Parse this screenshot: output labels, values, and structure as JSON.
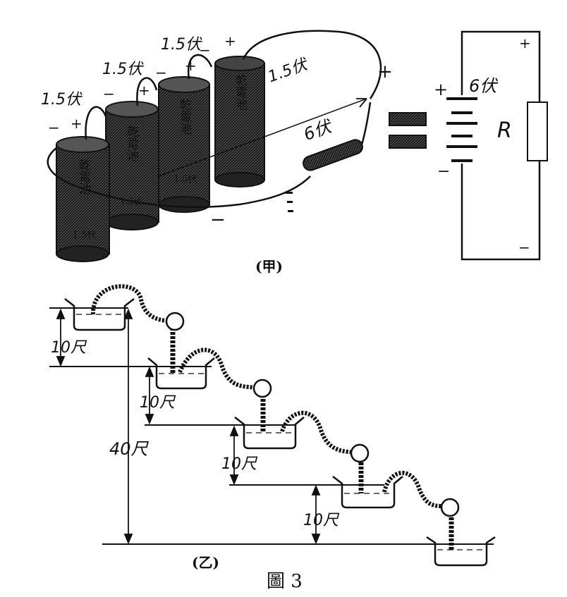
{
  "top": {
    "cell_voltages": [
      "1.5伏",
      "1.5伏",
      "1.5伏",
      "1.5伏"
    ],
    "cell_brand": "乾電池",
    "cell_body_voltage": "1.5伏",
    "plus": "+",
    "minus": "−",
    "total_voltage": "6伏",
    "caption": "(甲)",
    "circuit": {
      "source_voltage": "6伏",
      "resistor_label": "R",
      "plus": "+",
      "minus": "−"
    }
  },
  "bottom": {
    "step_height": "10尺",
    "total_height": "40尺",
    "caption": "(乙)"
  },
  "figure_caption": "圖 3"
}
